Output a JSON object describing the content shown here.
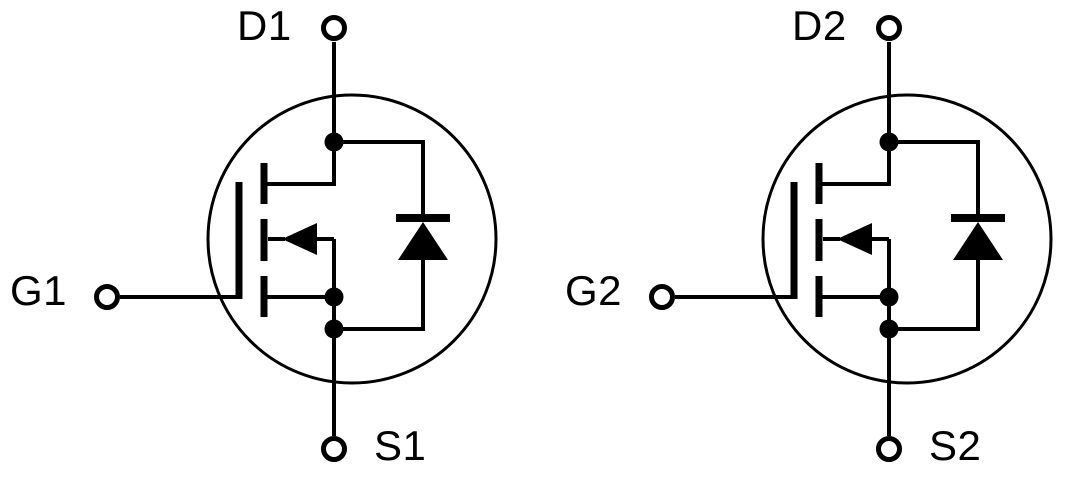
{
  "diagram": {
    "type": "schematic",
    "description": "Dual N-channel MOSFET symbols with internal body diodes",
    "colors": {
      "line": "#000000",
      "background": "#ffffff"
    },
    "transistors": [
      {
        "symbol": "n-channel-mosfet-with-body-diode",
        "labels": {
          "drain": "D1",
          "gate": "G1",
          "source": "S1"
        }
      },
      {
        "symbol": "n-channel-mosfet-with-body-diode",
        "labels": {
          "drain": "D2",
          "gate": "G2",
          "source": "S2"
        }
      }
    ]
  }
}
